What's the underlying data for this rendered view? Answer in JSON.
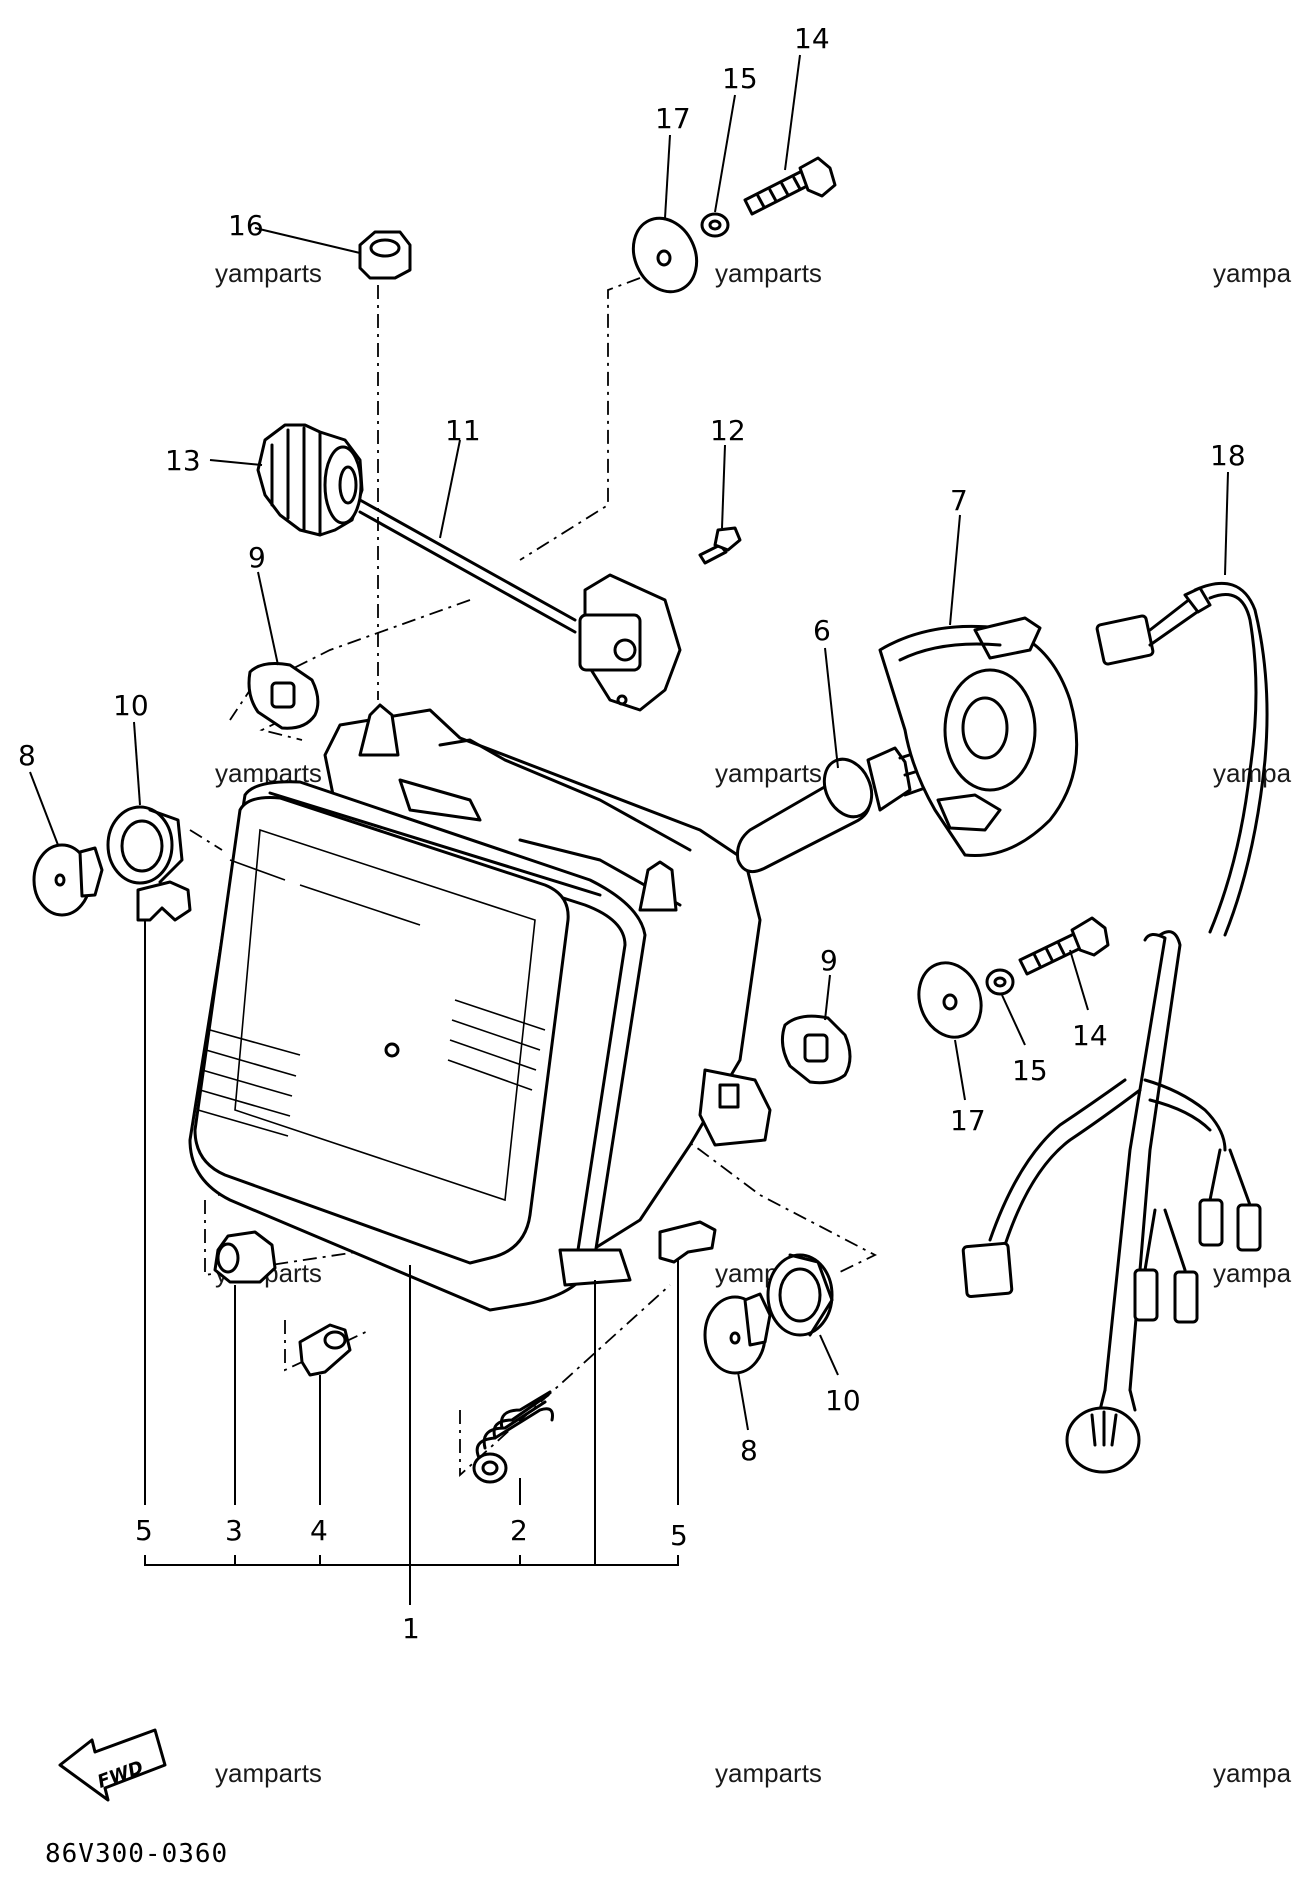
{
  "diagram_code": "86V300-0360",
  "fwd_label": "FWD",
  "watermark": "yamparts",
  "watermark_clipped": "yampa",
  "callouts": {
    "c1": "1",
    "c2": "2",
    "c3": "3",
    "c4": "4",
    "c5a": "5",
    "c5b": "5",
    "c6": "6",
    "c7": "7",
    "c8a": "8",
    "c8b": "8",
    "c9a": "9",
    "c9b": "9",
    "c10a": "10",
    "c10b": "10",
    "c11": "11",
    "c12": "12",
    "c13": "13",
    "c14a": "14",
    "c14b": "14",
    "c15a": "15",
    "c15b": "15",
    "c16": "16",
    "c17a": "17",
    "c17b": "17",
    "c18": "18"
  }
}
